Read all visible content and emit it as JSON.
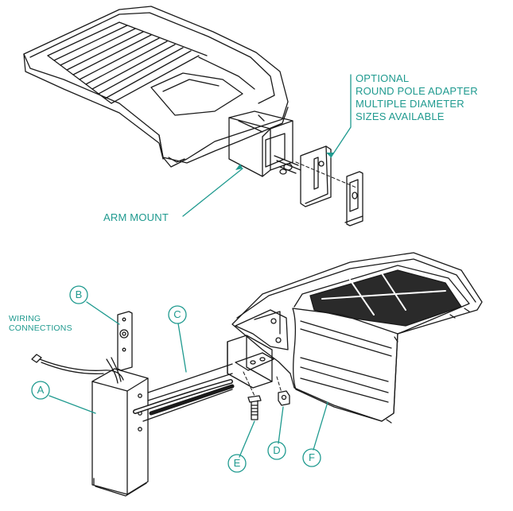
{
  "labels": {
    "optional_line1": "OPTIONAL",
    "optional_line2": "ROUND POLE ADAPTER",
    "optional_line3": "MULTIPLE DIAMETER",
    "optional_line4": "SIZES AVAILABLE",
    "arm_mount": "ARM MOUNT",
    "wiring_line1": "WIRING",
    "wiring_line2": "CONNECTIONS"
  },
  "callouts": {
    "a": "A",
    "b": "B",
    "c": "C",
    "d": "D",
    "e": "E",
    "f": "F"
  },
  "colors": {
    "accent": "#1f9a8f",
    "line": "#1a1a1a"
  }
}
